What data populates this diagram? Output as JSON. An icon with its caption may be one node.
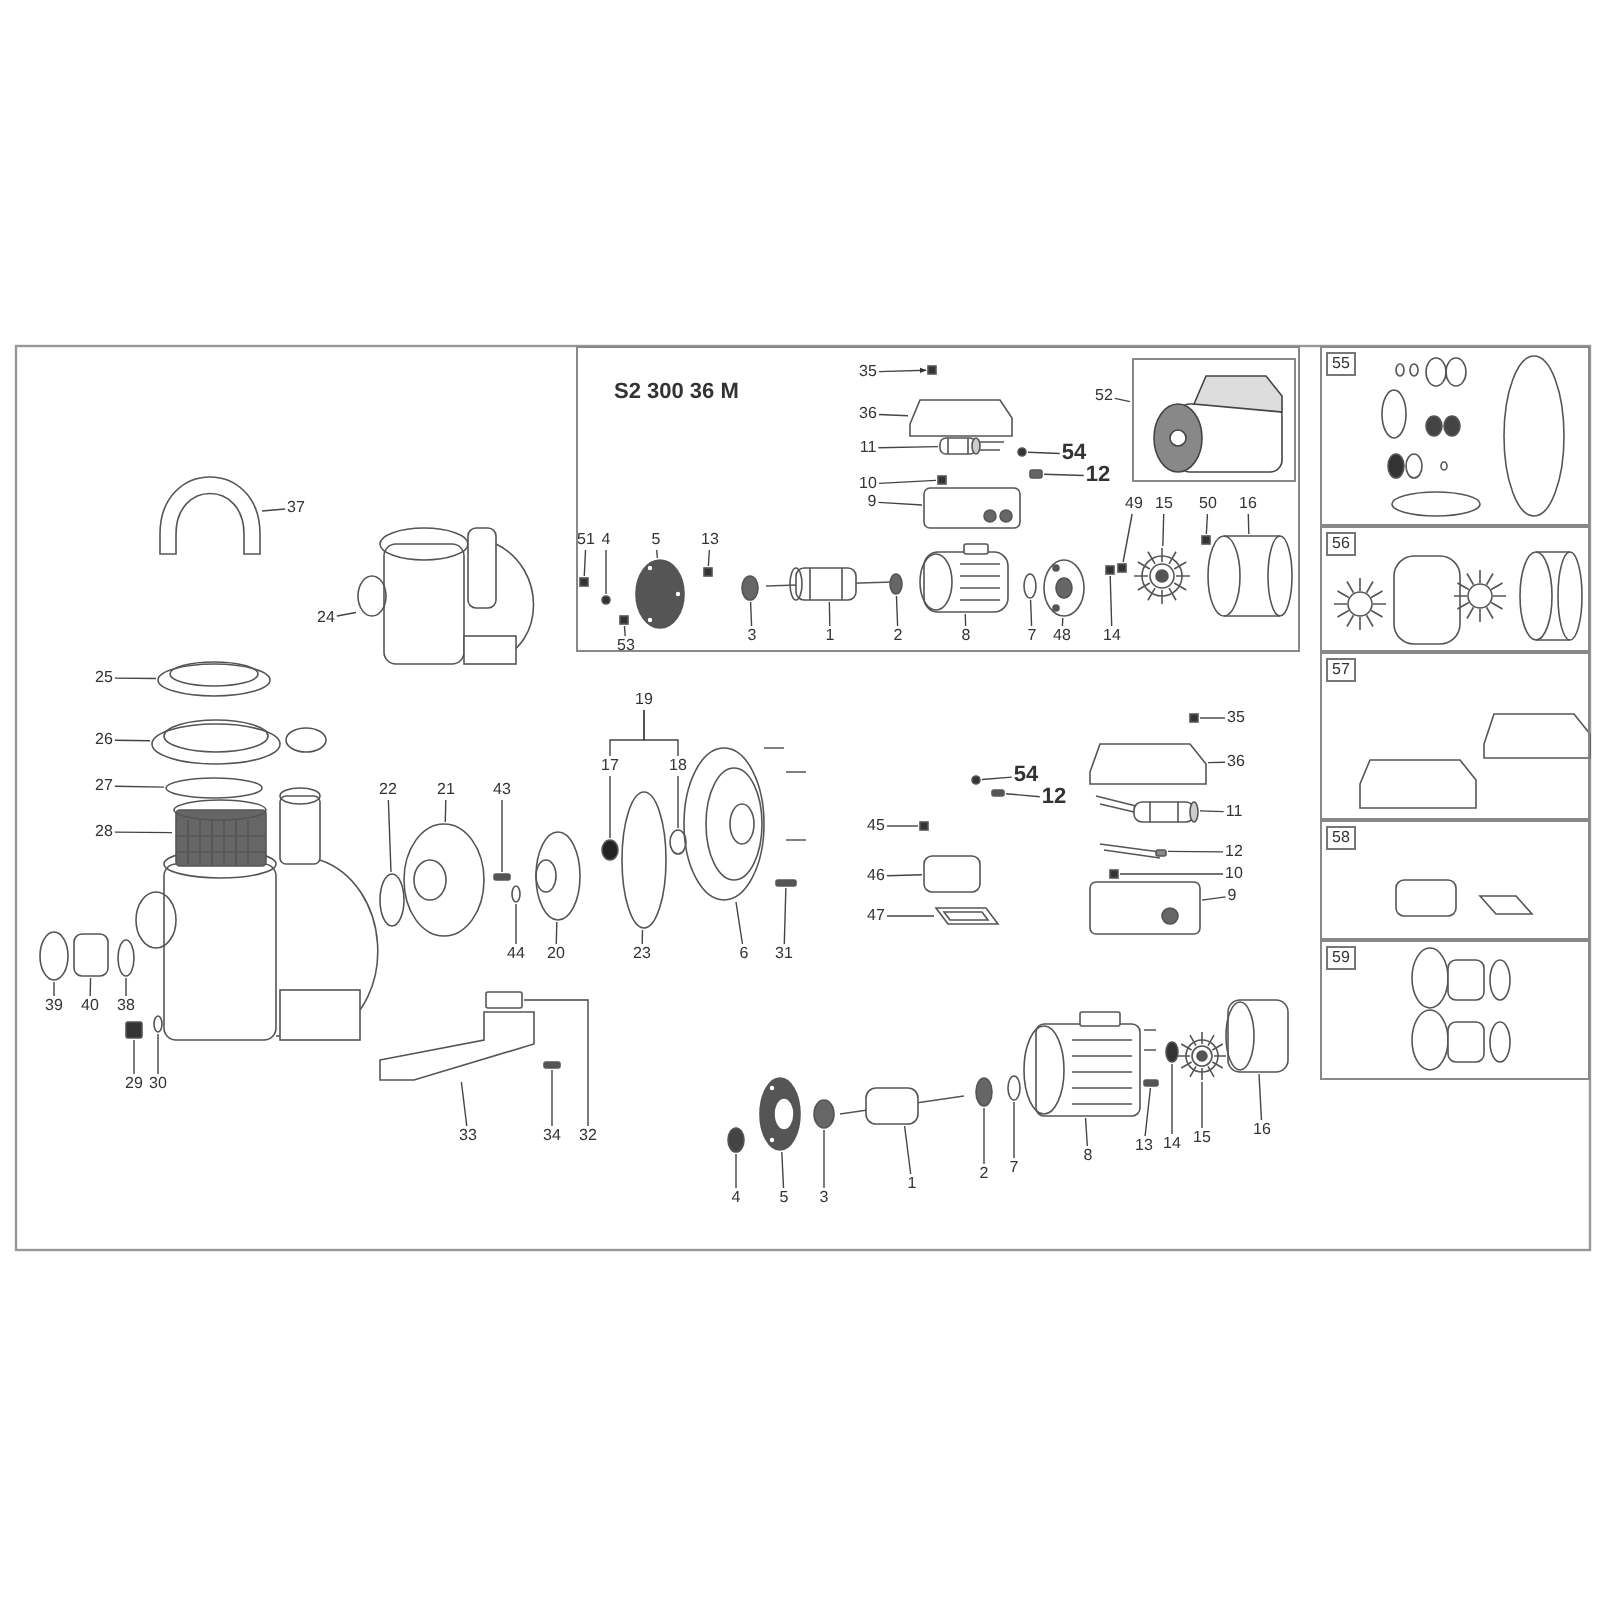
{
  "diagram": {
    "nodes": [
      {
        "text": [
          "S2 300 36 M"
        ]
      },
      {
        "text": [
          "35"
        ],
        "in": 0
      },
      {
        "text": [
          "36"
        ],
        "in": 0
      },
      {
        "text": [
          "11"
        ],
        "in": 0
      },
      {
        "text": [
          "10"
        ],
        "in": 0
      },
      {
        "text": [
          "9"
        ],
        "in": 0
      },
      {
        "text": [
          "54"
        ],
        "in": 0
      },
      {
        "text": [
          "12"
        ],
        "in": 0
      },
      {
        "text": [
          "52"
        ],
        "in": 0
      },
      {
        "text": [],
        "shape": "picture",
        "in": 0
      },
      {
        "text": [
          "49"
        ],
        "in": 0
      },
      {
        "text": [
          "15"
        ],
        "in": 0
      },
      {
        "text": [
          "50"
        ],
        "in": 0
      },
      {
        "text": [
          "16"
        ],
        "in": 0
      },
      {
        "text": [
          "51"
        ],
        "in": 0
      },
      {
        "text": [
          "4"
        ],
        "in": 0
      },
      {
        "text": [
          "5"
        ],
        "in": 0
      },
      {
        "text": [
          "13"
        ],
        "in": 0
      },
      {
        "text": [
          "53"
        ],
        "in": 0
      },
      {
        "text": [
          "3"
        ],
        "in": 0
      },
      {
        "text": [
          "1"
        ],
        "in": 0
      },
      {
        "text": [
          "2"
        ],
        "in": 0
      },
      {
        "text": [
          "8"
        ],
        "in": 0
      },
      {
        "text": [
          "7"
        ],
        "in": 0
      },
      {
        "text": [
          "48"
        ],
        "in": 0
      },
      {
        "text": [
          "14"
        ],
        "in": 0
      },
      {
        "text": [
          "37"
        ]
      },
      {
        "text": [
          "24"
        ]
      },
      {
        "text": [
          "25"
        ]
      },
      {
        "text": [
          "26"
        ]
      },
      {
        "text": [
          "27"
        ]
      },
      {
        "text": [
          "28"
        ]
      },
      {
        "text": [
          "19"
        ]
      },
      {
        "text": [
          "17"
        ]
      },
      {
        "text": [
          "18"
        ]
      },
      {
        "text": [
          "22"
        ]
      },
      {
        "text": [
          "21"
        ]
      },
      {
        "text": [
          "43"
        ]
      },
      {
        "text": [
          "44"
        ]
      },
      {
        "text": [
          "20"
        ]
      },
      {
        "text": [
          "23"
        ]
      },
      {
        "text": [
          "6"
        ]
      },
      {
        "text": [
          "31"
        ]
      },
      {
        "text": [
          "39"
        ]
      },
      {
        "text": [
          "40"
        ]
      },
      {
        "text": [
          "38"
        ]
      },
      {
        "text": [
          "29"
        ]
      },
      {
        "text": [
          "30"
        ]
      },
      {
        "text": [
          "33"
        ]
      },
      {
        "text": [
          "34"
        ]
      },
      {
        "text": [
          "32"
        ]
      },
      {
        "text": [
          "45"
        ]
      },
      {
        "text": [
          "46"
        ]
      },
      {
        "text": [
          "47"
        ]
      },
      {
        "text": [
          "54"
        ]
      },
      {
        "text": [
          "12"
        ]
      },
      {
        "text": [
          "35"
        ]
      },
      {
        "text": [
          "36"
        ]
      },
      {
        "text": [
          "11"
        ]
      },
      {
        "text": [
          "12"
        ]
      },
      {
        "text": [
          "10"
        ]
      },
      {
        "text": [
          "9"
        ]
      },
      {
        "text": [
          "4"
        ]
      },
      {
        "text": [
          "5"
        ]
      },
      {
        "text": [
          "3"
        ]
      },
      {
        "text": [
          "1"
        ]
      },
      {
        "text": [
          "2"
        ]
      },
      {
        "text": [
          "7"
        ]
      },
      {
        "text": [
          "8"
        ]
      },
      {
        "text": [
          "13"
        ]
      },
      {
        "text": [
          "14"
        ]
      },
      {
        "text": [
          "15"
        ]
      },
      {
        "text": [
          "16"
        ]
      },
      {
        "text": [
          "55"
        ]
      },
      {
        "text": [
          "56"
        ]
      },
      {
        "text": [
          "57"
        ]
      },
      {
        "text": [
          "58"
        ]
      },
      {
        "text": [
          "59"
        ]
      },
      {
        "text": [],
        "shape": "box",
        "in": 0
      },
      {
        "text": [],
        "shape": "picture",
        "in": 0
      },
      {
        "text": [],
        "shape": "picture",
        "in": 0
      },
      {
        "text": [],
        "shape": "box",
        "in": 0
      },
      {
        "text": [],
        "shape": "picture",
        "in": 0
      },
      {
        "text": [],
        "shape": "circle",
        "in": 0
      },
      {
        "text": [],
        "shape": "box",
        "in": 0
      },
      {
        "text": [],
        "shape": "box",
        "in": 0
      },
      {
        "text": [],
        "shape": "picture",
        "in": 0
      },
      {
        "text": [],
        "shape": "box",
        "in": 0
      },
      {
        "text": [],
        "shape": "picture",
        "in": 0
      },
      {
        "text": [],
        "shape": "box",
        "in": 0
      },
      {
        "text": [],
        "shape": "circle",
        "in": 0
      },
      {
        "text": [],
        "shape": "picture",
        "in": 0
      },
      {
        "text": [],
        "shape": "box",
        "in": 0
      },
      {
        "text": [],
        "shape": "box",
        "in": 0
      },
      {
        "text": [],
        "shape": "circle",
        "in": 0
      },
      {
        "text": [],
        "shape": "picture",
        "in": 0
      },
      {
        "text": [],
        "shape": "circle",
        "in": 0
      },
      {
        "text": [],
        "shape": "picture",
        "in": 0
      },
      {
        "text": [],
        "shape": "circle",
        "in": 0
      },
      {
        "text": [],
        "shape": "picture",
        "in": 0
      },
      {
        "text": [],
        "shape": "box",
        "in": 0
      },
      {
        "text": [],
        "shape": "picture"
      },
      {
        "text": [],
        "shape": "picture"
      },
      {
        "text": [],
        "shape": "picture"
      },
      {
        "text": [],
        "shape": "picture"
      },
      {
        "text": [],
        "shape": "circle"
      },
      {
        "text": [],
        "shape": "picture"
      },
      {
        "text": [],
        "shape": "circle"
      },
      {
        "text": [],
        "shape": "circle"
      },
      {
        "text": [],
        "shape": "circle"
      },
      {
        "text": [],
        "shape": "picture"
      },
      {
        "text": [],
        "shape": "box"
      },
      {
        "text": [],
        "shape": "circle"
      },
      {
        "text": [],
        "shape": "picture"
      },
      {
        "text": [],
        "shape": "circle"
      },
      {
        "text": [],
        "shape": "picture"
      },
      {
        "text": [],
        "shape": "box"
      },
      {
        "text": [],
        "shape": "circle"
      },
      {
        "text": [],
        "shape": "box"
      },
      {
        "text": [],
        "shape": "circle"
      },
      {
        "text": [],
        "shape": "box"
      },
      {
        "text": [],
        "shape": "circle"
      },
      {
        "text": [],
        "shape": "picture"
      },
      {
        "text": [],
        "shape": "box"
      },
      {
        "text": [],
        "shape": "box"
      },
      {
        "text": [],
        "shape": "box"
      },
      {
        "text": [],
        "shape": "box"
      },
      {
        "text": [],
        "shape": "picture"
      },
      {
        "text": [],
        "shape": "circle"
      },
      {
        "text": [],
        "shape": "box"
      },
      {
        "text": [],
        "shape": "box"
      },
      {
        "text": [],
        "shape": "picture"
      },
      {
        "text": [],
        "shape": "picture"
      },
      {
        "text": [],
        "shape": "bar"
      },
      {
        "text": [],
        "shape": "box"
      },
      {
        "text": [],
        "shape": "picture"
      },
      {
        "text": [],
        "shape": "circle"
      },
      {
        "text": [],
        "shape": "picture"
      },
      {
        "text": [],
        "shape": "circle"
      },
      {
        "text": [],
        "shape": "picture"
      },
      {
        "text": [],
        "shape": "circle"
      },
      {
        "text": [],
        "shape": "circle"
      },
      {
        "text": [],
        "shape": "picture"
      },
      {
        "text": [],
        "shape": "box"
      },
      {
        "text": [],
        "shape": "circle"
      },
      {
        "text": [],
        "shape": "picture"
      },
      {
        "text": [],
        "shape": "picture"
      }
    ],
    "edges": [
      {
        "from": 1,
        "to": 78,
        "arrow": "to"
      },
      {
        "from": 2,
        "to": 79,
        "arrow": "none"
      },
      {
        "from": 3,
        "to": 80,
        "arrow": "none"
      },
      {
        "from": 4,
        "to": 81,
        "arrow": "none"
      },
      {
        "from": 5,
        "to": 82,
        "arrow": "none"
      },
      {
        "from": 6,
        "to": 83,
        "arrow": "none"
      },
      {
        "from": 7,
        "to": 84,
        "arrow": "none"
      },
      {
        "from": 8,
        "to": 9,
        "arrow": "none"
      },
      {
        "from": 10,
        "to": 85,
        "arrow": "none"
      },
      {
        "from": 11,
        "to": 86,
        "arrow": "none"
      },
      {
        "from": 12,
        "to": 87,
        "arrow": "none"
      },
      {
        "from": 13,
        "to": 88,
        "arrow": "none"
      },
      {
        "from": 14,
        "to": 89,
        "arrow": "none"
      },
      {
        "from": 15,
        "to": 90,
        "arrow": "none"
      },
      {
        "from": 16,
        "to": 91,
        "arrow": "none"
      },
      {
        "from": 17,
        "to": 92,
        "arrow": "none"
      },
      {
        "from": 18,
        "to": 93,
        "arrow": "none"
      },
      {
        "from": 19,
        "to": 94,
        "arrow": "none"
      },
      {
        "from": 20,
        "to": 95,
        "arrow": "none"
      },
      {
        "from": 21,
        "to": 96,
        "arrow": "none"
      },
      {
        "from": 22,
        "to": 97,
        "arrow": "none"
      },
      {
        "from": 23,
        "to": 98,
        "arrow": "none"
      },
      {
        "from": 24,
        "to": 99,
        "arrow": "none"
      },
      {
        "from": 25,
        "to": 100,
        "arrow": "none"
      },
      {
        "from": 26,
        "to": 101,
        "arrow": "none"
      },
      {
        "from": 27,
        "to": 102,
        "arrow": "none"
      },
      {
        "from": 28,
        "to": 103,
        "arrow": "none"
      },
      {
        "from": 29,
        "to": 104,
        "arrow": "none"
      },
      {
        "from": 30,
        "to": 105,
        "arrow": "none"
      },
      {
        "from": 31,
        "to": 106,
        "arrow": "none"
      },
      {
        "from": 32,
        "to": 33,
        "arrow": "none"
      },
      {
        "from": 32,
        "to": 34,
        "arrow": "none"
      },
      {
        "from": 33,
        "to": 107,
        "arrow": "none"
      },
      {
        "from": 34,
        "to": 108,
        "arrow": "none"
      },
      {
        "from": 35,
        "to": 109,
        "arrow": "none"
      },
      {
        "from": 36,
        "to": 110,
        "arrow": "none"
      },
      {
        "from": 37,
        "to": 111,
        "arrow": "none"
      },
      {
        "from": 38,
        "to": 112,
        "arrow": "none"
      },
      {
        "from": 39,
        "to": 113,
        "arrow": "none"
      },
      {
        "from": 40,
        "to": 114,
        "arrow": "none"
      },
      {
        "from": 41,
        "to": 115,
        "arrow": "none"
      },
      {
        "from": 42,
        "to": 116,
        "arrow": "none"
      },
      {
        "from": 43,
        "to": 117,
        "arrow": "none"
      },
      {
        "from": 44,
        "to": 118,
        "arrow": "none"
      },
      {
        "from": 45,
        "to": 119,
        "arrow": "none"
      },
      {
        "from": 46,
        "to": 120,
        "arrow": "none"
      },
      {
        "from": 47,
        "to": 121,
        "arrow": "none"
      },
      {
        "from": 48,
        "to": 122,
        "arrow": "none"
      },
      {
        "from": 49,
        "to": 123,
        "arrow": "none"
      },
      {
        "from": 50,
        "to": 124,
        "arrow": "none"
      },
      {
        "from": 51,
        "to": 125,
        "arrow": "none"
      },
      {
        "from": 52,
        "to": 126,
        "arrow": "none"
      },
      {
        "from": 53,
        "to": 127,
        "arrow": "none"
      },
      {
        "from": 54,
        "to": 128,
        "arrow": "none"
      },
      {
        "from": 55,
        "to": 129,
        "arrow": "none"
      },
      {
        "from": 56,
        "to": 130,
        "arrow": "none"
      },
      {
        "from": 57,
        "to": 131,
        "arrow": "none"
      },
      {
        "from": 58,
        "to": 132,
        "arrow": "none"
      },
      {
        "from": 59,
        "to": 133,
        "arrow": "none"
      },
      {
        "from": 60,
        "to": 134,
        "arrow": "none"
      },
      {
        "from": 61,
        "to": 135,
        "arrow": "none"
      },
      {
        "from": 62,
        "to": 136,
        "arrow": "none"
      },
      {
        "from": 63,
        "to": 137,
        "arrow": "none"
      },
      {
        "from": 64,
        "to": 138,
        "arrow": "none"
      },
      {
        "from": 65,
        "to": 139,
        "arrow": "none"
      },
      {
        "from": 66,
        "to": 140,
        "arrow": "none"
      },
      {
        "from": 67,
        "to": 141,
        "arrow": "none"
      },
      {
        "from": 68,
        "to": 142,
        "arrow": "none"
      },
      {
        "from": 69,
        "to": 143,
        "arrow": "none"
      },
      {
        "from": 70,
        "to": 144,
        "arrow": "none"
      },
      {
        "from": 71,
        "to": 145,
        "arrow": "none"
      },
      {
        "from": 72,
        "to": 146,
        "arrow": "none"
      }
    ]
  }
}
